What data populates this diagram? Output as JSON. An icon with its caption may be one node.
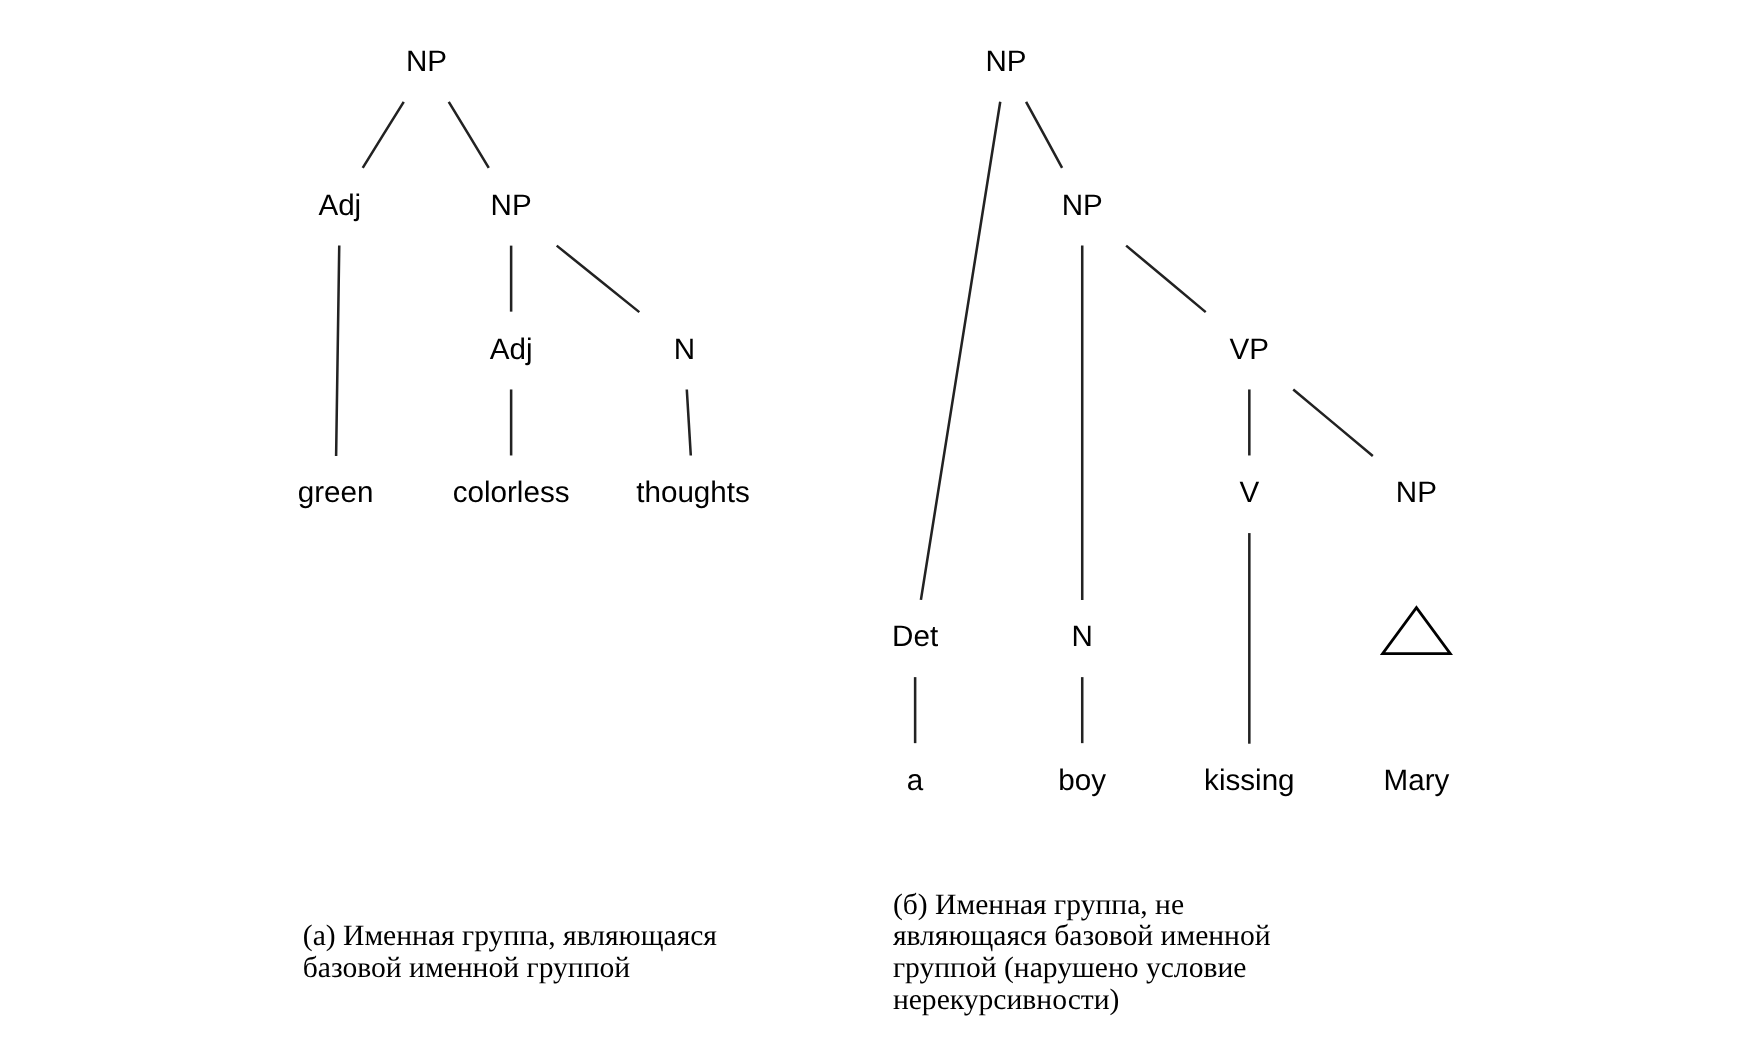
{
  "diagram": {
    "nodes": [
      {
        "text": [
          "NP"
        ]
      },
      {
        "text": [
          "Adj"
        ]
      },
      {
        "text": [
          "NP"
        ]
      },
      {
        "text": [
          "green"
        ]
      },
      {
        "text": [
          "Adj"
        ]
      },
      {
        "text": [
          "N"
        ]
      },
      {
        "text": [
          "colorless"
        ]
      },
      {
        "text": [
          "thoughts"
        ]
      },
      {
        "text": [
          "NP"
        ]
      },
      {
        "text": [
          "Det"
        ]
      },
      {
        "text": [
          "NP"
        ]
      },
      {
        "text": [
          "a"
        ]
      },
      {
        "text": [
          "N"
        ]
      },
      {
        "text": [
          "VP"
        ]
      },
      {
        "text": [
          "boy"
        ]
      },
      {
        "text": [
          "V"
        ]
      },
      {
        "text": [
          "NP"
        ]
      },
      {
        "text": [
          "kissing"
        ]
      },
      {
        "text": [],
        "shape": "triangle"
      },
      {
        "text": [
          "Mary"
        ]
      }
    ],
    "edges": [
      {
        "from": 0,
        "to": 1,
        "arrow": "none"
      },
      {
        "from": 0,
        "to": 2,
        "arrow": "none"
      },
      {
        "from": 1,
        "to": 3,
        "arrow": "none"
      },
      {
        "from": 2,
        "to": 4,
        "arrow": "none"
      },
      {
        "from": 2,
        "to": 5,
        "arrow": "none"
      },
      {
        "from": 4,
        "to": 6,
        "arrow": "none"
      },
      {
        "from": 5,
        "to": 7,
        "arrow": "none"
      },
      {
        "from": 8,
        "to": 9,
        "arrow": "none"
      },
      {
        "from": 8,
        "to": 10,
        "arrow": "none"
      },
      {
        "from": 9,
        "to": 11,
        "arrow": "none"
      },
      {
        "from": 10,
        "to": 12,
        "arrow": "none"
      },
      {
        "from": 10,
        "to": 13,
        "arrow": "none"
      },
      {
        "from": 12,
        "to": 14,
        "arrow": "none"
      },
      {
        "from": 13,
        "to": 15,
        "arrow": "none"
      },
      {
        "from": 13,
        "to": 16,
        "arrow": "none"
      },
      {
        "from": 15,
        "to": 17,
        "arrow": "none"
      }
    ],
    "labels": [
      "(а) Именная группа, являющаяся базовой именной группой",
      "(б) Именная группа, не являющаяся базовой именной группой (нарушено условие нерекурсивности)"
    ]
  }
}
